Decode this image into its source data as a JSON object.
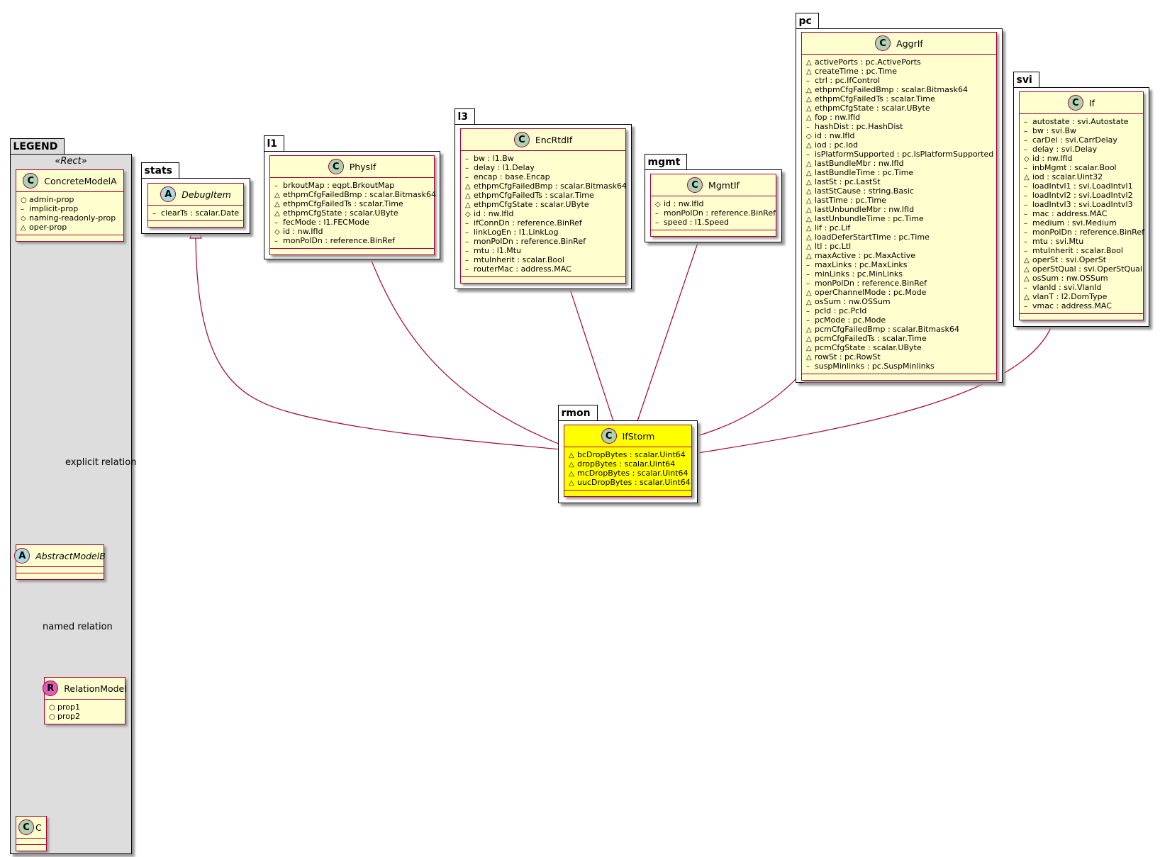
{
  "colors": {
    "class_fill": "#fefece",
    "class_border": "#a80036",
    "highlight_fill": "#ffff00",
    "legend_fill": "#dddddd",
    "spot_class": "#add1b2",
    "spot_abstract": "#a9dcdf",
    "spot_relation": "#de5fba"
  },
  "legend": {
    "title": "LEGEND",
    "stereotype": "«Rect»",
    "concrete": {
      "spot": "C",
      "name": "ConcreteModelA",
      "attrs": [
        {
          "vis": "○",
          "text": "admin-prop"
        },
        {
          "vis": "–",
          "text": "implicit-prop"
        },
        {
          "vis": "◇",
          "text": "naming-readonly-prop"
        },
        {
          "vis": "△",
          "text": "oper-prop"
        }
      ]
    },
    "abstract": {
      "spot": "A",
      "name": "AbstractModelB"
    },
    "relation_model": {
      "spot": "R",
      "name": "RelationModel",
      "attrs": [
        {
          "vis": "○",
          "text": "prop1"
        },
        {
          "vis": "○",
          "text": "prop2"
        }
      ]
    },
    "c": {
      "spot": "C",
      "name": "C"
    },
    "explicit_label": "explicit relation",
    "named_label": "named relation"
  },
  "packages": {
    "stats": {
      "title": "stats",
      "cls": {
        "spot": "A",
        "name": "DebugItem",
        "attrs": [
          {
            "vis": "–",
            "text": "clearTs : scalar.Date"
          }
        ]
      }
    },
    "l1": {
      "title": "l1",
      "cls": {
        "spot": "C",
        "name": "PhysIf",
        "attrs": [
          {
            "vis": "–",
            "text": "brkoutMap : eqpt.BrkoutMap"
          },
          {
            "vis": "△",
            "text": "ethpmCfgFailedBmp : scalar.Bitmask64"
          },
          {
            "vis": "△",
            "text": "ethpmCfgFailedTs : scalar.Time"
          },
          {
            "vis": "△",
            "text": "ethpmCfgState : scalar.UByte"
          },
          {
            "vis": "–",
            "text": "fecMode : l1.FECMode"
          },
          {
            "vis": "◇",
            "text": "id : nw.IfId"
          },
          {
            "vis": "–",
            "text": "monPolDn : reference.BinRef"
          }
        ]
      }
    },
    "l3": {
      "title": "l3",
      "cls": {
        "spot": "C",
        "name": "EncRtdIf",
        "attrs": [
          {
            "vis": "–",
            "text": "bw : l1.Bw"
          },
          {
            "vis": "–",
            "text": "delay : l1.Delay"
          },
          {
            "vis": "–",
            "text": "encap : base.Encap"
          },
          {
            "vis": "△",
            "text": "ethpmCfgFailedBmp : scalar.Bitmask64"
          },
          {
            "vis": "△",
            "text": "ethpmCfgFailedTs : scalar.Time"
          },
          {
            "vis": "△",
            "text": "ethpmCfgState : scalar.UByte"
          },
          {
            "vis": "◇",
            "text": "id : nw.IfId"
          },
          {
            "vis": "–",
            "text": "ifConnDn : reference.BinRef"
          },
          {
            "vis": "–",
            "text": "linkLogEn : l1.LinkLog"
          },
          {
            "vis": "–",
            "text": "monPolDn : reference.BinRef"
          },
          {
            "vis": "–",
            "text": "mtu : l1.Mtu"
          },
          {
            "vis": "–",
            "text": "mtuInherit : scalar.Bool"
          },
          {
            "vis": "–",
            "text": "routerMac : address.MAC"
          }
        ]
      }
    },
    "mgmt": {
      "title": "mgmt",
      "cls": {
        "spot": "C",
        "name": "MgmtIf",
        "attrs": [
          {
            "vis": "◇",
            "text": "id : nw.IfId"
          },
          {
            "vis": "–",
            "text": "monPolDn : reference.BinRef"
          },
          {
            "vis": "–",
            "text": "speed : l1.Speed"
          }
        ]
      }
    },
    "pc": {
      "title": "pc",
      "cls": {
        "spot": "C",
        "name": "AggrIf",
        "attrs": [
          {
            "vis": "△",
            "text": "activePorts : pc.ActivePorts"
          },
          {
            "vis": "△",
            "text": "createTime : pc.Time"
          },
          {
            "vis": "–",
            "text": "ctrl : pc.IfControl"
          },
          {
            "vis": "△",
            "text": "ethpmCfgFailedBmp : scalar.Bitmask64"
          },
          {
            "vis": "△",
            "text": "ethpmCfgFailedTs : scalar.Time"
          },
          {
            "vis": "△",
            "text": "ethpmCfgState : scalar.UByte"
          },
          {
            "vis": "△",
            "text": "fop : nw.IfId"
          },
          {
            "vis": "–",
            "text": "hashDist : pc.HashDist"
          },
          {
            "vis": "◇",
            "text": "id : nw.IfId"
          },
          {
            "vis": "△",
            "text": "iod : pc.Iod"
          },
          {
            "vis": "–",
            "text": "isPlatformSupported : pc.IsPlatformSupported"
          },
          {
            "vis": "△",
            "text": "lastBundleMbr : nw.IfId"
          },
          {
            "vis": "△",
            "text": "lastBundleTime : pc.Time"
          },
          {
            "vis": "△",
            "text": "lastSt : pc.LastSt"
          },
          {
            "vis": "△",
            "text": "lastStCause : string.Basic"
          },
          {
            "vis": "△",
            "text": "lastTime : pc.Time"
          },
          {
            "vis": "△",
            "text": "lastUnbundleMbr : nw.IfId"
          },
          {
            "vis": "△",
            "text": "lastUnbundleTime : pc.Time"
          },
          {
            "vis": "△",
            "text": "lif : pc.Lif"
          },
          {
            "vis": "△",
            "text": "loadDeferStartTime : pc.Time"
          },
          {
            "vis": "△",
            "text": "ltl : pc.Ltl"
          },
          {
            "vis": "△",
            "text": "maxActive : pc.MaxActive"
          },
          {
            "vis": "–",
            "text": "maxLinks : pc.MaxLinks"
          },
          {
            "vis": "–",
            "text": "minLinks : pc.MinLinks"
          },
          {
            "vis": "–",
            "text": "monPolDn : reference.BinRef"
          },
          {
            "vis": "△",
            "text": "operChannelMode : pc.Mode"
          },
          {
            "vis": "△",
            "text": "osSum : nw.OSSum"
          },
          {
            "vis": "–",
            "text": "pcId : pc.PcId"
          },
          {
            "vis": "–",
            "text": "pcMode : pc.Mode"
          },
          {
            "vis": "△",
            "text": "pcmCfgFailedBmp : scalar.Bitmask64"
          },
          {
            "vis": "△",
            "text": "pcmCfgFailedTs : scalar.Time"
          },
          {
            "vis": "△",
            "text": "pcmCfgState : scalar.UByte"
          },
          {
            "vis": "△",
            "text": "rowSt : pc.RowSt"
          },
          {
            "vis": "–",
            "text": "suspMinlinks : pc.SuspMinlinks"
          }
        ]
      }
    },
    "svi": {
      "title": "svi",
      "cls": {
        "spot": "C",
        "name": "If",
        "attrs": [
          {
            "vis": "–",
            "text": "autostate : svi.Autostate"
          },
          {
            "vis": "–",
            "text": "bw : svi.Bw"
          },
          {
            "vis": "–",
            "text": "carDel : svi.CarrDelay"
          },
          {
            "vis": "–",
            "text": "delay : svi.Delay"
          },
          {
            "vis": "◇",
            "text": "id : nw.IfId"
          },
          {
            "vis": "–",
            "text": "inbMgmt : scalar.Bool"
          },
          {
            "vis": "△",
            "text": "iod : scalar.Uint32"
          },
          {
            "vis": "–",
            "text": "loadIntvl1 : svi.LoadIntvl1"
          },
          {
            "vis": "–",
            "text": "loadIntvl2 : svi.LoadIntvl2"
          },
          {
            "vis": "–",
            "text": "loadIntvl3 : svi.LoadIntvl3"
          },
          {
            "vis": "–",
            "text": "mac : address.MAC"
          },
          {
            "vis": "–",
            "text": "medium : svi.Medium"
          },
          {
            "vis": "–",
            "text": "monPolDn : reference.BinRef"
          },
          {
            "vis": "–",
            "text": "mtu : svi.Mtu"
          },
          {
            "vis": "–",
            "text": "mtuInherit : scalar.Bool"
          },
          {
            "vis": "△",
            "text": "operSt : svi.OperSt"
          },
          {
            "vis": "△",
            "text": "operStQual : svi.OperStQual"
          },
          {
            "vis": "△",
            "text": "osSum : nw.OSSum"
          },
          {
            "vis": "–",
            "text": "vlanId : svi.VlanId"
          },
          {
            "vis": "△",
            "text": "vlanT : l2.DomType"
          },
          {
            "vis": "–",
            "text": "vmac : address.MAC"
          }
        ]
      }
    },
    "rmon": {
      "title": "rmon",
      "cls": {
        "spot": "C",
        "name": "IfStorm",
        "attrs": [
          {
            "vis": "△",
            "text": "bcDropBytes : scalar.Uint64"
          },
          {
            "vis": "△",
            "text": "dropBytes : scalar.Uint64"
          },
          {
            "vis": "△",
            "text": "mcDropBytes : scalar.Uint64"
          },
          {
            "vis": "△",
            "text": "uucDropBytes : scalar.Uint64"
          }
        ]
      }
    }
  }
}
